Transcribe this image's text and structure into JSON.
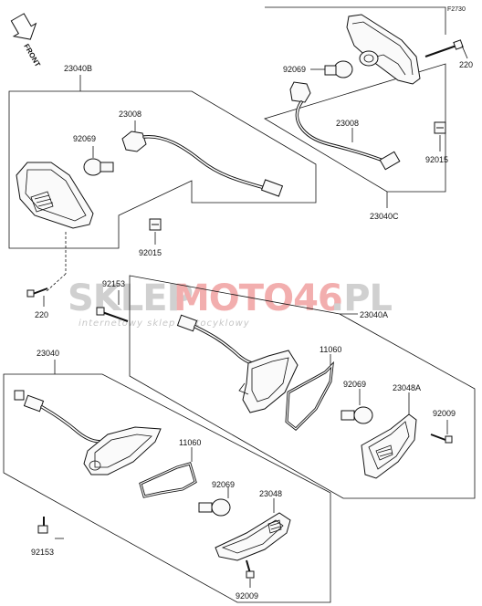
{
  "figure_code": "F2730",
  "front_arrow": {
    "text": "FRONT"
  },
  "watermark": {
    "brand_gray": "SKLEP",
    "brand_red": "MOTO46",
    "suffix_gray": ".PL",
    "tagline": "internetowy sklep motocyklowy",
    "colors": {
      "gray": "#c8c8c8",
      "red": "#f0a0a0"
    }
  },
  "callouts": {
    "top_right_group": "23040C",
    "top_right_bulb": "92069",
    "top_right_socket": "23008",
    "top_right_clip": "92015",
    "top_right_screw": "220",
    "left_group": "23040B",
    "left_socket": "23008",
    "left_bulb": "92069",
    "left_clip": "92015",
    "left_screw": "220",
    "middle_group": "23040A",
    "middle_bolt": "92153",
    "middle_gasket": "11060",
    "middle_bulb": "92069",
    "middle_lens": "23048A",
    "middle_lens_screw": "92009",
    "bottom_group": "23040",
    "bottom_gasket": "11060",
    "bottom_bulb": "92069",
    "bottom_lens": "23048",
    "bottom_bolt": "92153",
    "bottom_lens_screw": "92009"
  }
}
